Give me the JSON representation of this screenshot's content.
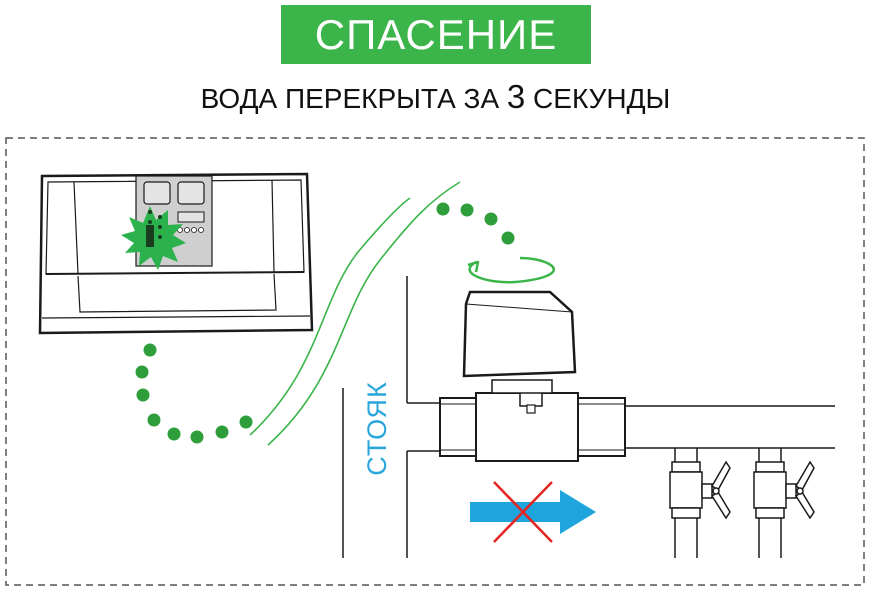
{
  "header": {
    "title": "СПАСЕНИЕ",
    "subtitle_prefix": "ВОДА ПЕРЕКРЫТА ЗА ",
    "subtitle_number": "3",
    "subtitle_suffix": " СЕКУНДЫ"
  },
  "diagram": {
    "riser_label": "СТОЯК",
    "colors": {
      "accent_green": "#3bb54a",
      "signal_green": "#2e9e3b",
      "flow_blue": "#1ea5dc",
      "cross_red": "#e52421",
      "device_gray": "#c8c8c8",
      "line": "#1a1a1a"
    },
    "icons": [
      "controller-unit-icon",
      "alarm-burst-icon",
      "ball-valve-actuator-icon",
      "rotation-arrow-icon",
      "flow-arrow-icon",
      "blocked-cross-icon",
      "butterfly-tap-icon"
    ]
  }
}
